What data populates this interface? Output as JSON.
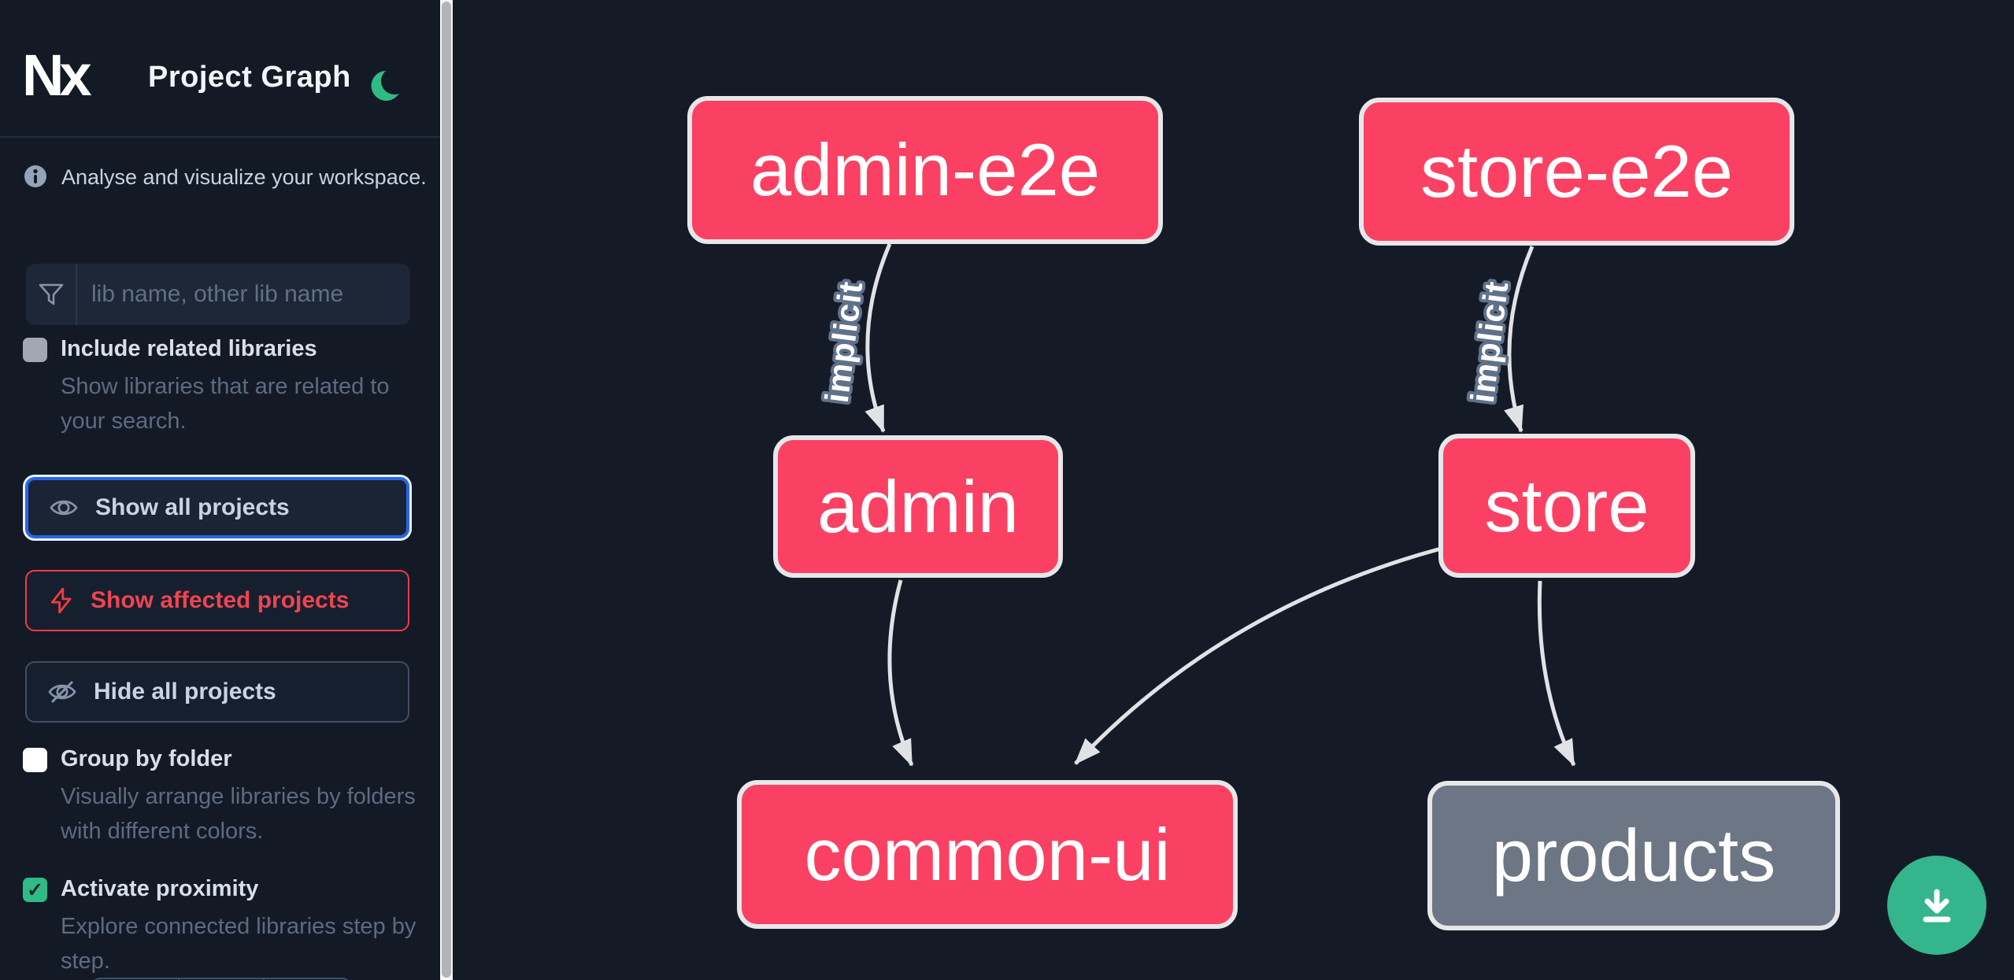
{
  "header": {
    "logo_text": "Nx",
    "title": "Project Graph"
  },
  "sidebar": {
    "info_text": "Analyse and visualize your workspace.",
    "search": {
      "placeholder": "lib name, other lib name"
    },
    "checkboxes": [
      {
        "label": "Include related libraries",
        "description": "Show libraries that are related to your search.",
        "checked": false
      },
      {
        "label": "Group by folder",
        "description": "Visually arrange libraries by folders with different colors.",
        "checked": false
      },
      {
        "label": "Activate proximity",
        "description": "Explore connected libraries step by step.",
        "checked": true
      }
    ],
    "buttons": [
      {
        "label": "Show all projects",
        "icon": "eye"
      },
      {
        "label": "Show affected projects",
        "icon": "bolt"
      },
      {
        "label": "Hide all projects",
        "icon": "eye-off"
      }
    ]
  },
  "graph": {
    "nodes": [
      {
        "label": "admin-e2e",
        "type": "affected"
      },
      {
        "label": "store-e2e",
        "type": "affected"
      },
      {
        "label": "admin",
        "type": "affected"
      },
      {
        "label": "store",
        "type": "affected"
      },
      {
        "label": "common-ui",
        "type": "affected"
      },
      {
        "label": "products",
        "type": "normal"
      }
    ],
    "edges": [
      {
        "source": "admin-e2e",
        "target": "admin",
        "label": "implicit"
      },
      {
        "source": "store-e2e",
        "target": "store",
        "label": "implicit"
      },
      {
        "source": "admin",
        "target": "common-ui",
        "label": ""
      },
      {
        "source": "store",
        "target": "common-ui",
        "label": ""
      },
      {
        "source": "store",
        "target": "products",
        "label": ""
      }
    ]
  },
  "fab": {
    "action": "download"
  },
  "icons": {
    "theme_toggle": "moon-crescent",
    "info": "info-circle",
    "search_filter": "funnel",
    "show_all": "eye",
    "show_affected": "lightning-bolt",
    "hide_all": "eye-slash",
    "download": "download-arrow",
    "checkbox_check": "✓"
  },
  "colors": {
    "node_affected": "#fa4163",
    "node_normal": "#6d7684",
    "accent_green": "#2fbb85",
    "primary_blue": "#2666ec",
    "affected_red": "#ef3b45",
    "background": "#141b27"
  }
}
